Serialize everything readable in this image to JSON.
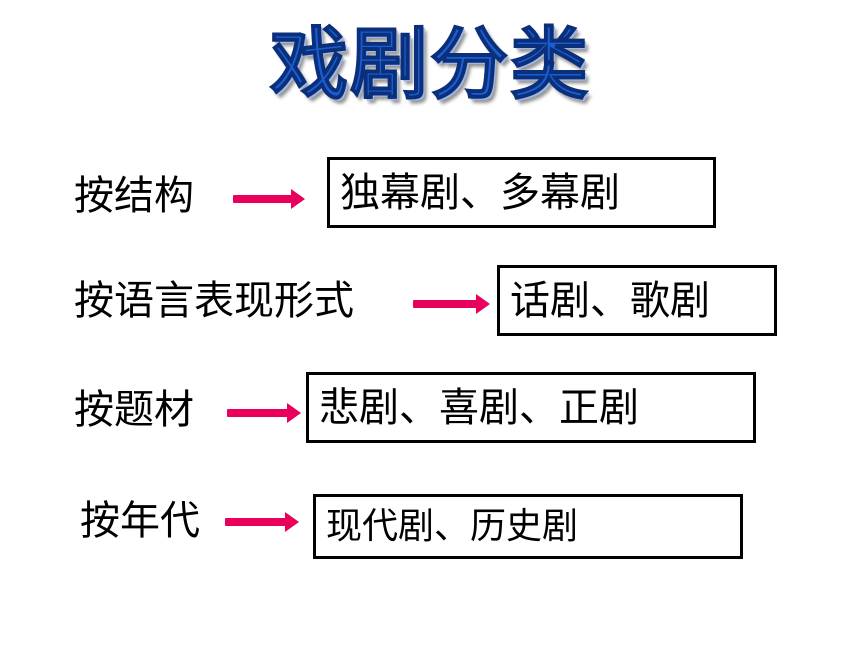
{
  "title": "戏剧分类",
  "rows": [
    {
      "label": "按结构",
      "types": "独幕剧、多幕剧"
    },
    {
      "label": "按语言表现形式",
      "types": "话剧、歌剧"
    },
    {
      "label": "按题材",
      "types": "悲剧、喜剧、正剧"
    },
    {
      "label": "按年代",
      "types": "现代剧、历史剧"
    }
  ],
  "colors": {
    "title": "#1a5fd1",
    "arrow": "#e8005a",
    "box_border": "#000000"
  }
}
